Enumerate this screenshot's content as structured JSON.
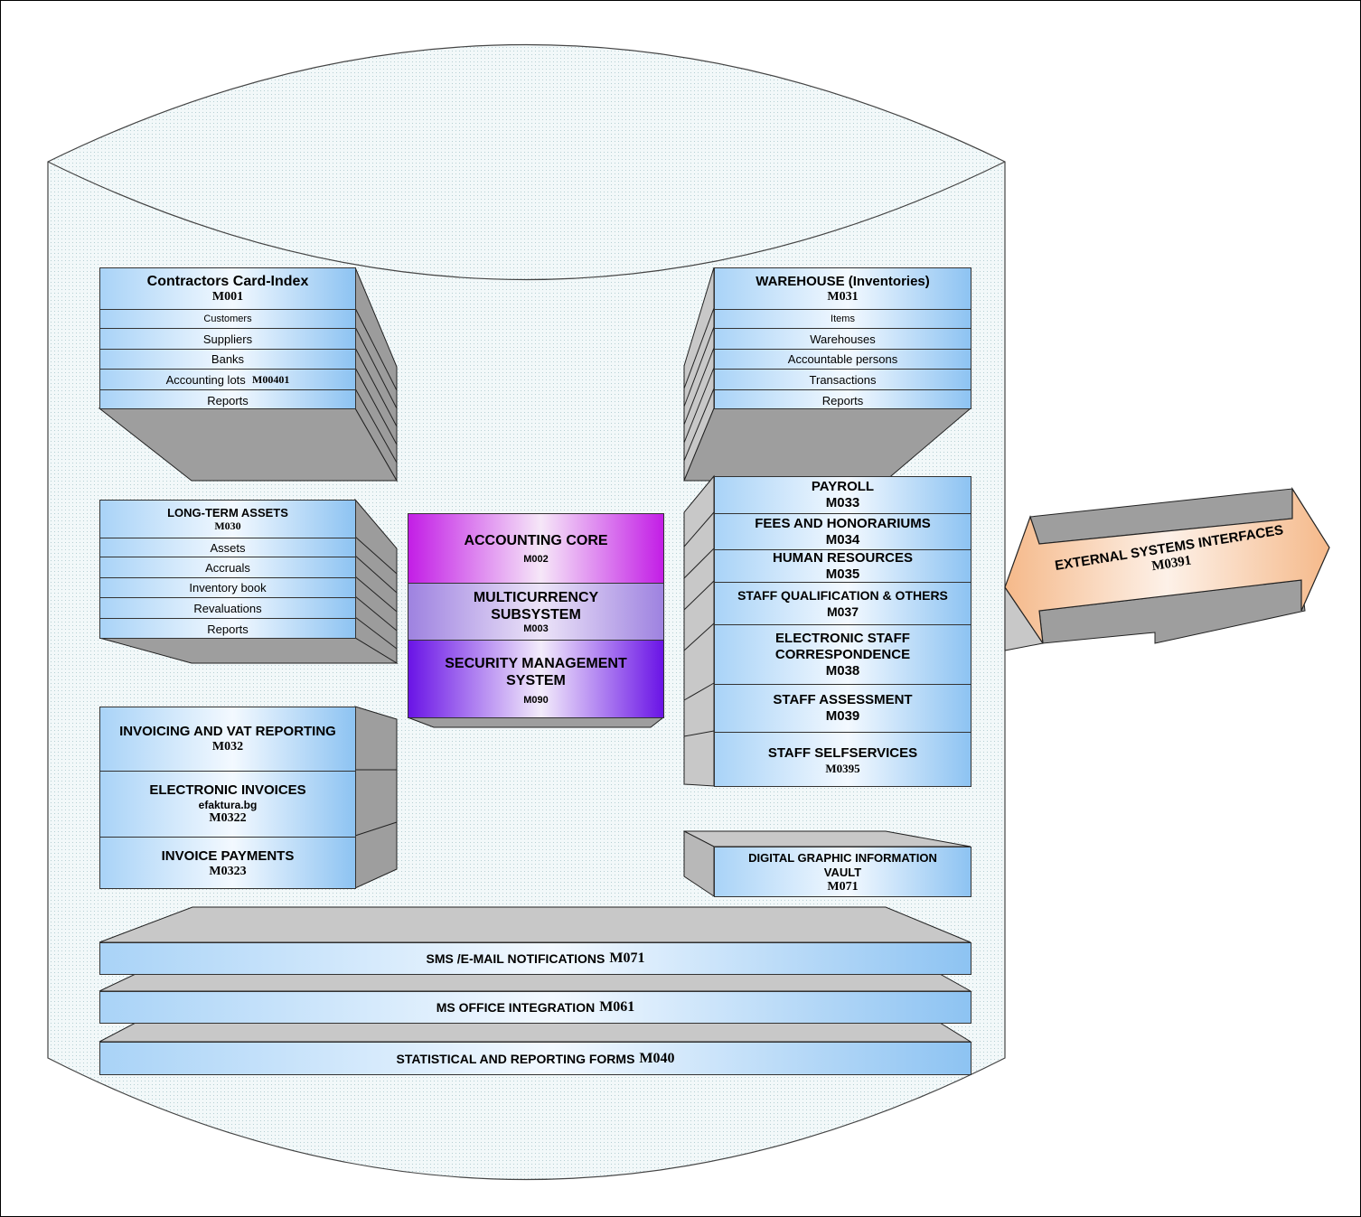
{
  "contractors": {
    "title": "Contractors Card-Index",
    "code": "M001",
    "items": [
      "Customers",
      "Suppliers",
      "Banks",
      "Accounting lots",
      "Reports"
    ],
    "lots_code": "M00401"
  },
  "warehouse": {
    "title": "WAREHOUSE (Inventories)",
    "code": "M031",
    "items": [
      "Items",
      "Warehouses",
      "Accountable persons",
      "Transactions",
      "Reports"
    ]
  },
  "long_term_assets": {
    "title": "LONG-TERM ASSETS",
    "code": "M030",
    "items": [
      "Assets",
      "Accruals",
      "Inventory book",
      "Revaluations",
      "Reports"
    ]
  },
  "core": {
    "accounting": {
      "title": "ACCOUNTING CORE",
      "code": "M002"
    },
    "multicurrency": {
      "title_line1": "MULTICURRENCY",
      "title_line2": "SUBSYSTEM",
      "code": "M003"
    },
    "security": {
      "title_line1": "SECURITY MANAGEMENT",
      "title_line2": "SYSTEM",
      "code": "M090"
    }
  },
  "staff_modules": [
    {
      "title": "PAYROLL",
      "code": "M033"
    },
    {
      "title": "FEES AND HONORARIUMS",
      "code": "M034"
    },
    {
      "title": "HUMAN RESOURCES",
      "code": "M035"
    },
    {
      "title": "STAFF QUALIFICATION & OTHERS",
      "code": "M037"
    },
    {
      "title_line1": "ELECTRONIC STAFF",
      "title_line2": "CORRESPONDENCE",
      "code": "M038"
    },
    {
      "title": "STAFF ASSESSMENT",
      "code": "M039"
    },
    {
      "title": "STAFF SELFSERVICES",
      "code": "M0395"
    }
  ],
  "invoicing": [
    {
      "title": "INVOICING AND VAT REPORTING",
      "code": "M032"
    },
    {
      "title": "ELECTRONIC INVOICES",
      "sub": "efaktura.bg",
      "code": "M0322"
    },
    {
      "title": "INVOICE PAYMENTS",
      "code": "M0323"
    }
  ],
  "vault": {
    "title_line1": "DIGITAL GRAPHIC INFORMATION",
    "title_line2": "VAULT",
    "code": "M071"
  },
  "external": {
    "title": "EXTERNAL SYSTEMS INTERFACES",
    "code": "M0391"
  },
  "bars": [
    {
      "title": "SMS /E-MAIL NOTIFICATIONS",
      "code": "M071"
    },
    {
      "title": "MS OFFICE INTEGRATION",
      "code": "M061"
    },
    {
      "title": "STATISTICAL AND REPORTING FORMS",
      "code": "M040"
    }
  ]
}
